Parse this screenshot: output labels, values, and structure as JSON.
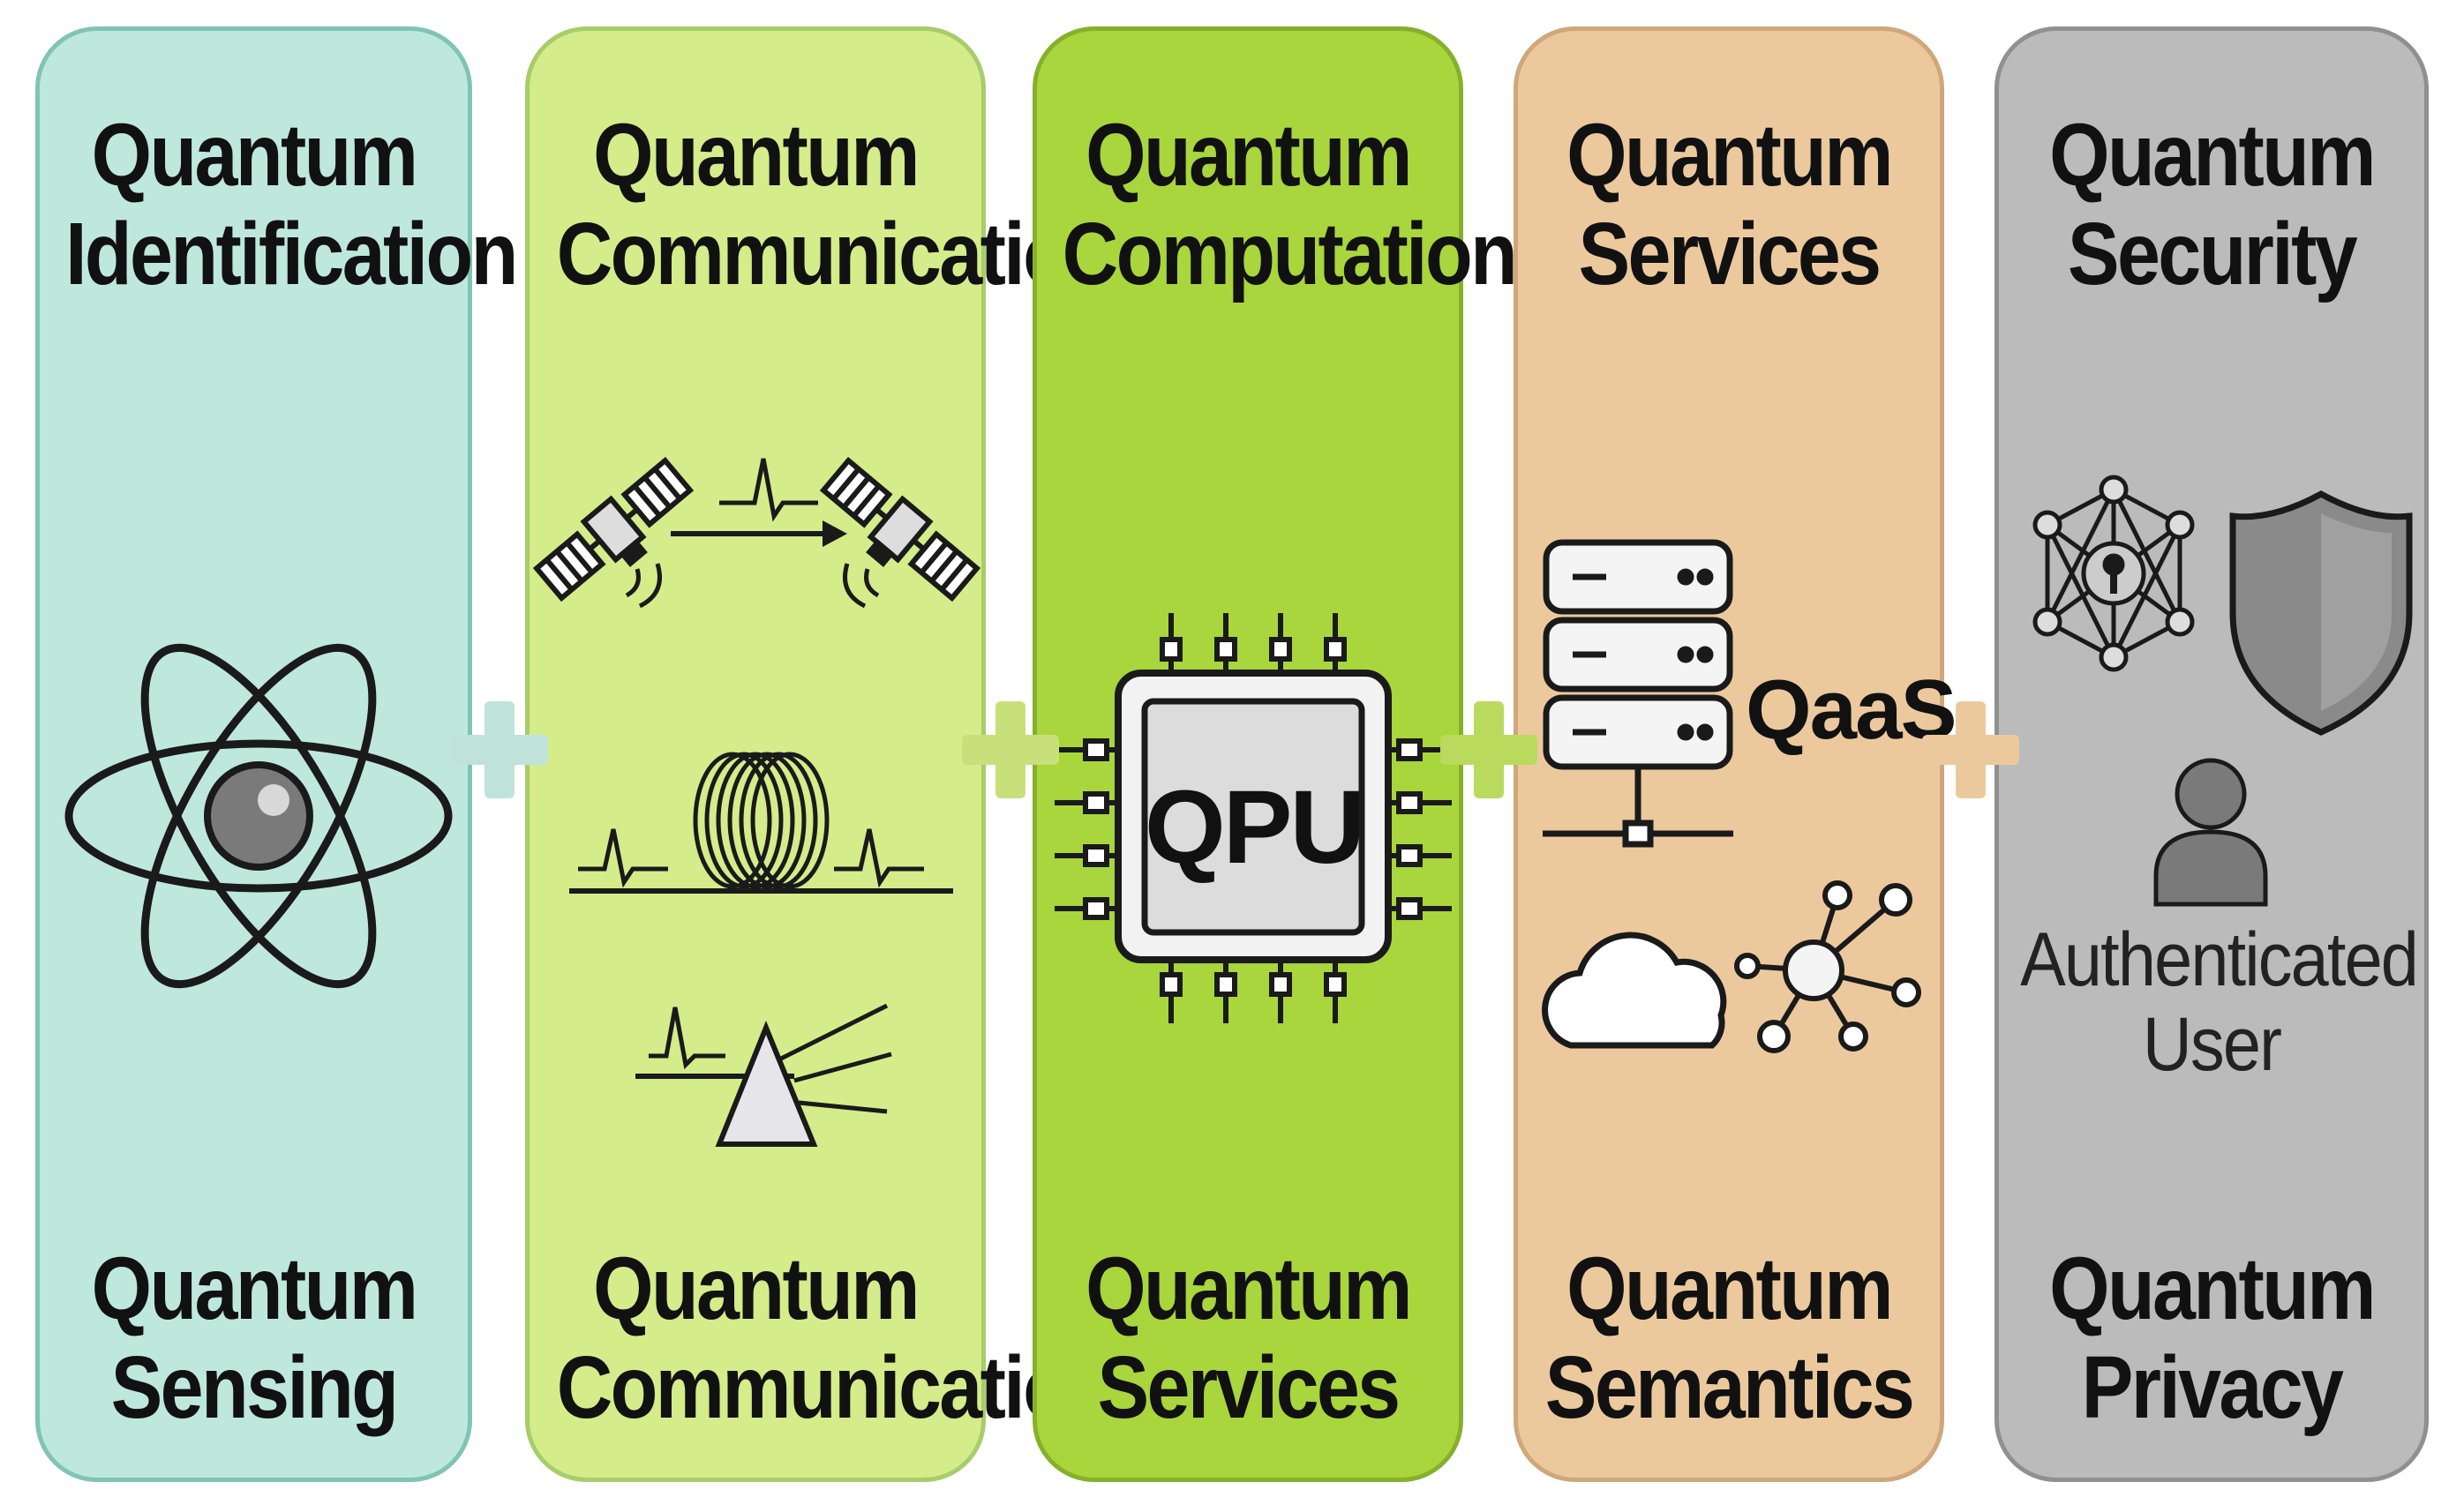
{
  "panels": [
    {
      "top": [
        "Quantum",
        "Identification"
      ],
      "bottom": [
        "Quantum",
        "Sensing"
      ]
    },
    {
      "top": [
        "Quantum",
        "Communication"
      ],
      "bottom": [
        "Quantum",
        "Communication"
      ]
    },
    {
      "top": [
        "Quantum",
        "Computation"
      ],
      "bottom": [
        "Quantum",
        "Services"
      ],
      "chip_label": "QPU"
    },
    {
      "top": [
        "Quantum",
        "Services"
      ],
      "bottom": [
        "Quantum",
        "Semantics"
      ],
      "server_label": "QaaS"
    },
    {
      "top": [
        "Quantum",
        "Security"
      ],
      "bottom": [
        "Quantum",
        "Privacy"
      ],
      "user_label": [
        "Authenticated",
        "User"
      ]
    }
  ],
  "colors": {
    "panel1_fill": "#bfe8dc",
    "panel1_border": "#7fc4b4",
    "panel2_fill": "#d4ec8a",
    "panel2_border": "#a8cc6a",
    "panel3_fill": "#a8d63c",
    "panel3_border": "#86b02c",
    "panel4_fill": "#ecc99d",
    "panel4_border": "#cfa77a",
    "panel5_fill": "#bbbbbb",
    "panel5_border": "#909090",
    "plus1": "#bfe3da",
    "plus2": "#c8e07a",
    "plus3": "#b9da5c",
    "plus4": "#ecc99d"
  },
  "icons": [
    "atom-icon",
    "satellite-icon",
    "pulse-icon",
    "fiber-coil-icon",
    "prism-icon",
    "qpu-chip-icon",
    "server-icon",
    "cloud-icon",
    "network-icon",
    "key-network-icon",
    "shield-icon",
    "user-icon",
    "plus-icon"
  ]
}
